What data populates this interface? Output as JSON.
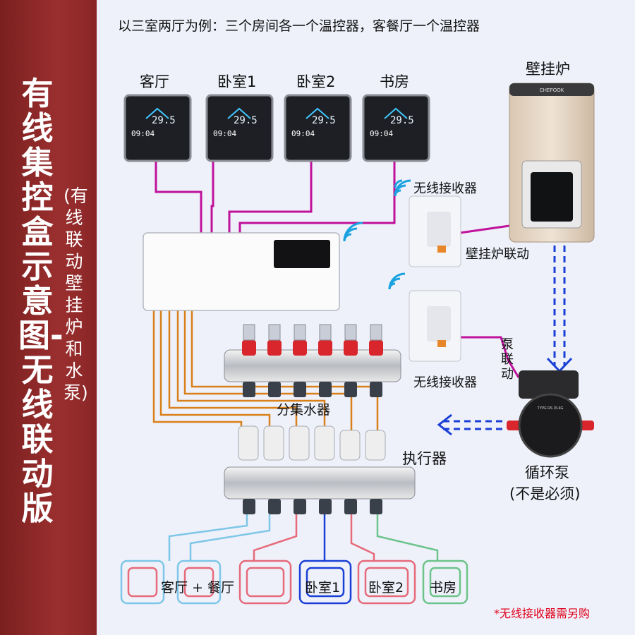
{
  "sidebar": {
    "title": "有线集控盒示意图-无线联动版",
    "subtitle": "(有线联动壁挂炉和水泵)"
  },
  "header": {
    "caption": "以三室两厅为例：三个房间各一个温控器，客餐厅一个温控器"
  },
  "thermostats": [
    {
      "room": "客厅",
      "temp": "29.5",
      "time": "09:04"
    },
    {
      "room": "卧室1",
      "temp": "29.5",
      "time": "09:04"
    },
    {
      "room": "卧室2",
      "temp": "29.5",
      "time": "09:04"
    },
    {
      "room": "书房",
      "temp": "29.5",
      "time": "09:04"
    }
  ],
  "boiler": {
    "label": "壁挂炉",
    "brand": "CHEFOOK"
  },
  "receivers": [
    {
      "label": "无线接收器",
      "link_label": "壁挂炉联动"
    },
    {
      "label": "无线接收器",
      "link_label": "泵联动"
    }
  ],
  "manifold": {
    "label": "分集水器",
    "actuator_label": "执行器"
  },
  "pump": {
    "label": "循环泵",
    "note": "(不是必须)",
    "model": "TYPE RS 15-6G"
  },
  "zones": [
    "客厅 + 餐厅",
    "卧室1",
    "卧室2",
    "书房"
  ],
  "footnote": "*无线接收器需另购",
  "colors": {
    "sidebar": "#8a2626",
    "signal_wire": "#c0119b",
    "actuator_wire": "#d98019",
    "water_pipe": "#1a3fd6",
    "footnote": "#e0001b"
  }
}
